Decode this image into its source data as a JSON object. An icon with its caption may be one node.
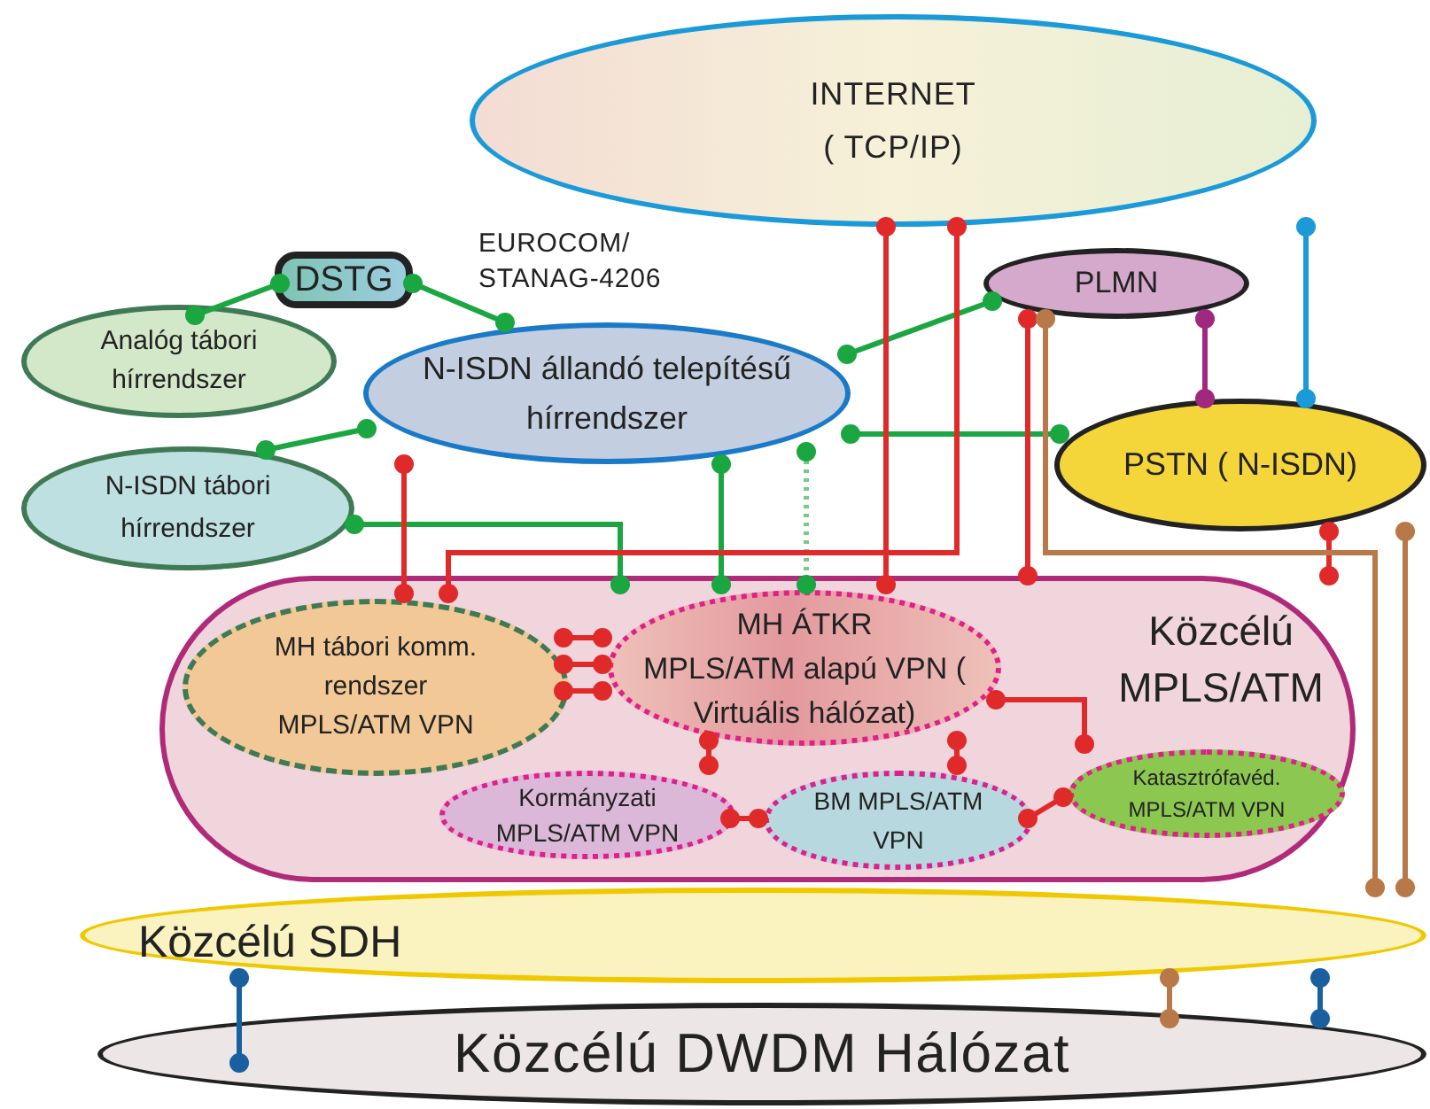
{
  "diagram": {
    "nodes": [
      {
        "text": [
          "INTERNET",
          "( TCP/IP)"
        ]
      },
      {
        "text": [
          "DSTG"
        ]
      },
      {
        "text": [
          "Analóg tábori hírrendszer"
        ]
      },
      {
        "text": [
          "N-ISDN állandó telepítésű hírrendszer"
        ]
      },
      {
        "text": [
          "N-ISDN tábori hírrendszer"
        ]
      },
      {
        "text": [
          "PLMN"
        ]
      },
      {
        "text": [
          "PSTN ( N-ISDN)"
        ]
      },
      {
        "text": [
          "Közcélú MPLS/ATM"
        ]
      },
      {
        "text": [
          "Közcélú SDH"
        ]
      },
      {
        "text": [
          "Közcélú DWDM Hálózat"
        ]
      },
      {
        "text": [
          "MH tábori komm. rendszer MPLS/ATM VPN"
        ],
        "in": 7
      },
      {
        "text": [
          "MH ÁTKR",
          "MPLS/ATM alapú VPN ( Virtuális hálózat)"
        ],
        "in": 7
      },
      {
        "text": [
          "Kormányzati MPLS/ATM VPN"
        ],
        "in": 7
      },
      {
        "text": [
          "BM MPLS/ATM VPN"
        ],
        "in": 7
      },
      {
        "text": [
          "Katasztrófavéd. MPLS/ATM VPN"
        ],
        "in": 7
      }
    ],
    "edges": [
      {
        "from": 1,
        "to": 2,
        "arrow": "other",
        "color": "#1aa640"
      },
      {
        "from": 1,
        "to": 3,
        "arrow": "other",
        "color": "#1aa640",
        "label": "EUROCOM/ STANAG-4206"
      },
      {
        "from": 3,
        "to": 4,
        "arrow": "other",
        "color": "#1aa640"
      },
      {
        "from": 4,
        "to": 11,
        "arrow": "other",
        "color": "#1aa640"
      },
      {
        "from": 3,
        "to": 5,
        "arrow": "other",
        "color": "#1aa640"
      },
      {
        "from": 3,
        "to": 6,
        "arrow": "other",
        "color": "#1aa640"
      },
      {
        "from": 3,
        "to": 11,
        "arrow": "other",
        "color": "#1aa640"
      },
      {
        "from": 3,
        "to": 11,
        "arrow": "other",
        "color": "#1aa640",
        "style": "dashed"
      },
      {
        "from": 0,
        "to": 10,
        "arrow": "other"
      },
      {
        "from": 0,
        "to": 11,
        "arrow": "other"
      },
      {
        "from": 3,
        "to": 10,
        "arrow": "other"
      },
      {
        "from": 5,
        "to": 7,
        "arrow": "other"
      },
      {
        "from": 6,
        "to": 7,
        "arrow": "other"
      },
      {
        "from": 10,
        "to": 11,
        "arrow": "other"
      },
      {
        "from": 10,
        "to": 11,
        "arrow": "other"
      },
      {
        "from": 10,
        "to": 11,
        "arrow": "other"
      },
      {
        "from": 11,
        "to": 12,
        "arrow": "other"
      },
      {
        "from": 12,
        "to": 13,
        "arrow": "other"
      },
      {
        "from": 11,
        "to": 13,
        "arrow": "other"
      },
      {
        "from": 11,
        "to": 14,
        "arrow": "other"
      },
      {
        "from": 13,
        "to": 14,
        "arrow": "other"
      },
      {
        "from": 0,
        "to": 6,
        "arrow": "other",
        "color": "#1a9ad8"
      },
      {
        "from": 8,
        "to": 9,
        "arrow": "other",
        "color": "#1a5fa0"
      },
      {
        "from": 8,
        "to": 9,
        "arrow": "other",
        "color": "#1a5fa0"
      },
      {
        "from": 5,
        "to": 8,
        "arrow": "other",
        "color": "#b87848"
      },
      {
        "from": 6,
        "to": 8,
        "arrow": "other",
        "color": "#b87848"
      },
      {
        "from": 8,
        "to": 9,
        "arrow": "other",
        "color": "#b87848"
      },
      {
        "from": 5,
        "to": 6,
        "arrow": "other",
        "color": "#a0287e"
      }
    ]
  }
}
